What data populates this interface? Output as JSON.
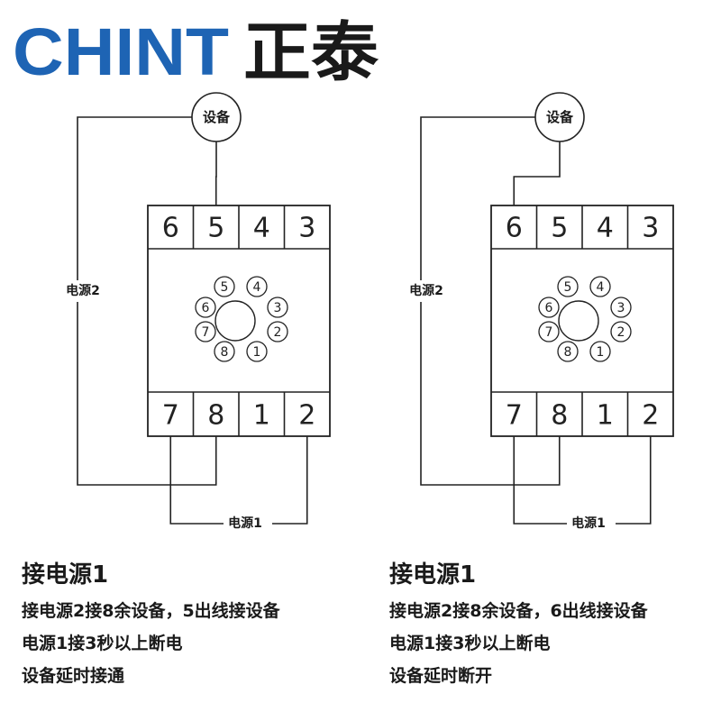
{
  "brand": {
    "logo_latin": "CHINT",
    "logo_chinese": "正泰",
    "colors": {
      "latin": "#1e64b4",
      "chinese": "#1a1a1a"
    }
  },
  "diagrams": [
    {
      "device_label": "设备",
      "top_terminals": [
        "6",
        "5",
        "4",
        "3"
      ],
      "bottom_terminals": [
        "7",
        "8",
        "1",
        "2"
      ],
      "socket_pins": [
        "5",
        "4",
        "3",
        "2",
        "1",
        "8",
        "7",
        "6"
      ],
      "power2_label": "电源2",
      "power1_label": "电源1",
      "device_terminal": "5"
    },
    {
      "device_label": "设备",
      "top_terminals": [
        "6",
        "5",
        "4",
        "3"
      ],
      "bottom_terminals": [
        "7",
        "8",
        "1",
        "2"
      ],
      "socket_pins": [
        "5",
        "4",
        "3",
        "2",
        "1",
        "8",
        "7",
        "6"
      ],
      "power2_label": "电源2",
      "power1_label": "电源1",
      "device_terminal": "6"
    }
  ],
  "captions": [
    {
      "title": "接电源1",
      "lines": [
        "接电源2接8余设备，5出线接设备",
        "电源1接3秒以上断电",
        "设备延时接通"
      ]
    },
    {
      "title": "接电源1",
      "lines": [
        "接电源2接8余设备，6出线接设备",
        "电源1接3秒以上断电",
        "设备延时断开"
      ]
    }
  ]
}
